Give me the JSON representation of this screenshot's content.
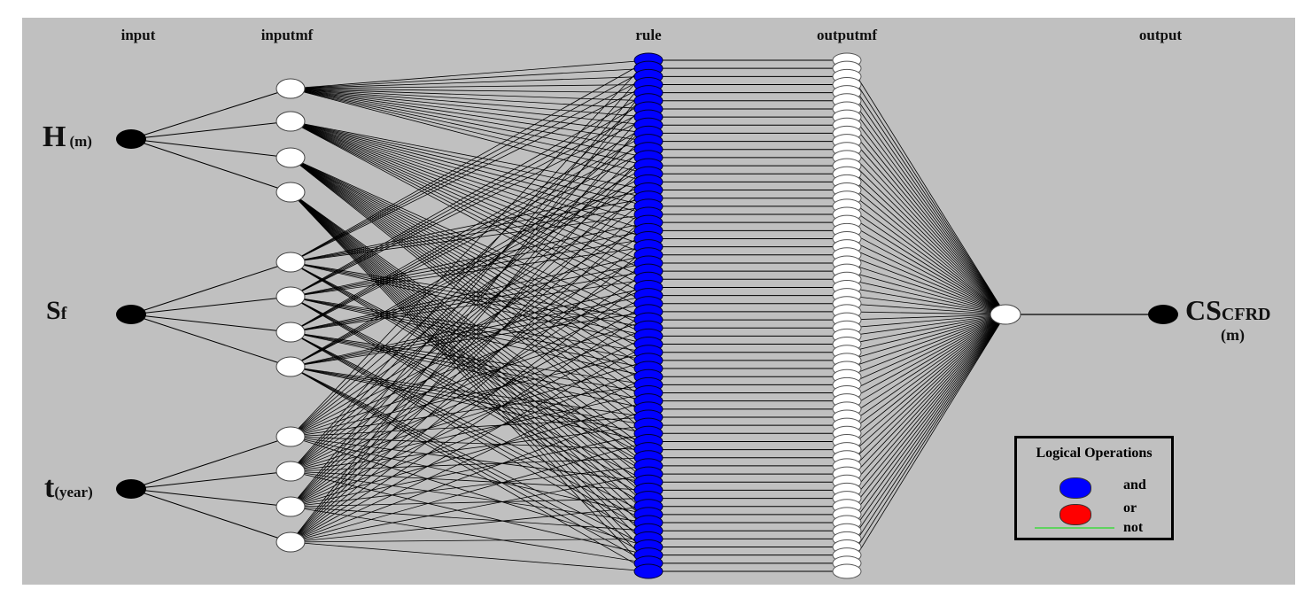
{
  "headers": {
    "input": "input",
    "inputmf": "inputmf",
    "rule": "rule",
    "outputmf": "outputmf",
    "output": "output"
  },
  "inputs": [
    {
      "name": "H",
      "unit": "(m)",
      "mf_count": 4
    },
    {
      "name": "S",
      "subscript": "f",
      "mf_count": 4
    },
    {
      "name": "t",
      "unit": "(year)",
      "mf_count": 4
    }
  ],
  "rule_count": 64,
  "outputmf_count": 64,
  "output": {
    "name": "CS",
    "subscript": "CFRD",
    "unit": "(m)"
  },
  "legend": {
    "title": "Logical Operations",
    "and": "and",
    "or": "or",
    "not": "not"
  },
  "colors": {
    "background": "#c0c0c0",
    "and": "#0000ff",
    "or": "#ff0000",
    "not": "#5fd35f",
    "mf": "#ffffff",
    "input": "#000000"
  }
}
